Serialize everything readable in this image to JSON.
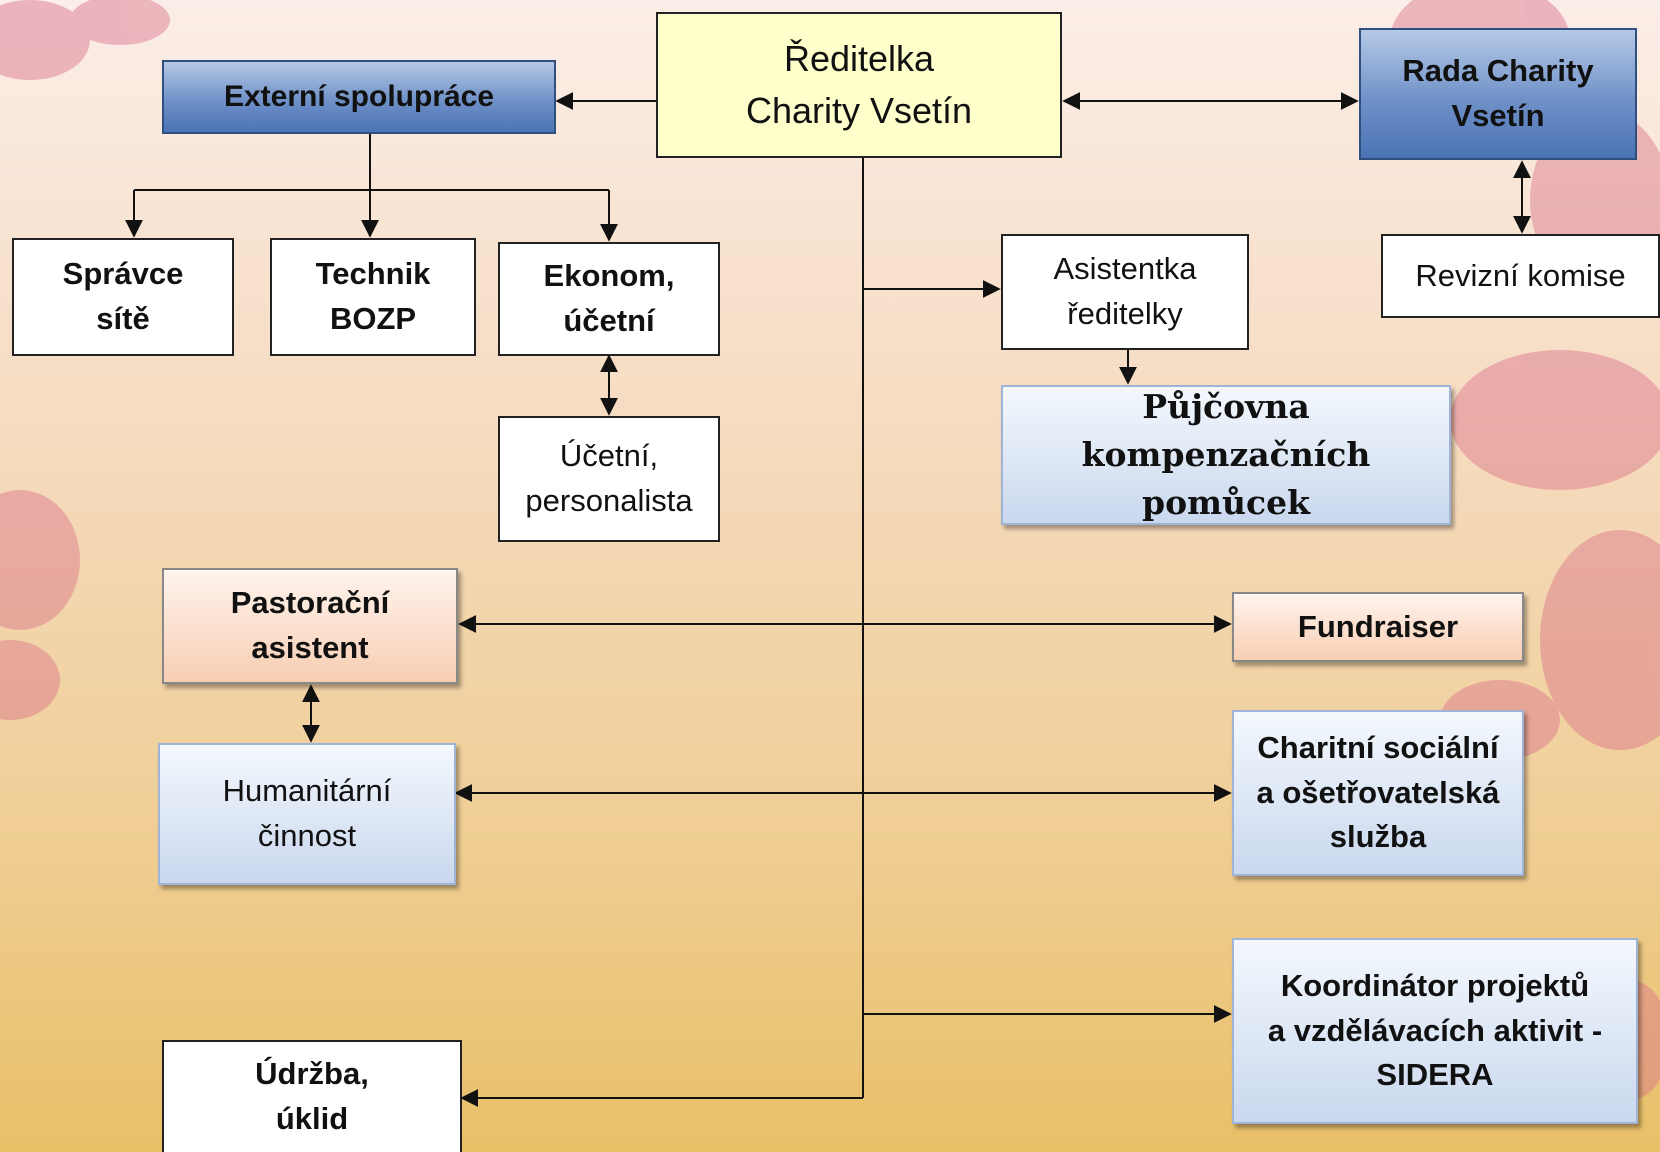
{
  "nodes": {
    "director": [
      "Ředitelka",
      "Charity Vsetín"
    ],
    "external": [
      "Externí spolupráce"
    ],
    "council": [
      "Rada Charity",
      "Vsetín"
    ],
    "network_admin": [
      "Správce",
      "sítě"
    ],
    "technician": [
      "Technik",
      "BOZP"
    ],
    "economist": [
      "Ekonom,",
      "účetní"
    ],
    "accountant": [
      "Účetní,",
      "personalista"
    ],
    "assistant": [
      "Asistentka",
      "ředitelky"
    ],
    "audit": [
      "Revizní komise"
    ],
    "rental": [
      "Půjčovna",
      "kompenzačních pomůcek"
    ],
    "pastoral": [
      "Pastorační",
      "asistent"
    ],
    "fundraiser": [
      "Fundraiser"
    ],
    "humanitarian": [
      "Humanitární",
      "činnost"
    ],
    "social": [
      "Charitní sociální",
      "a ošetřovatelská",
      "služba"
    ],
    "coordinator": [
      "Koordinátor projektů",
      "a vzdělávacích aktivit -",
      "SIDERA"
    ],
    "maintenance": [
      "Údržba,",
      "úklid"
    ]
  }
}
